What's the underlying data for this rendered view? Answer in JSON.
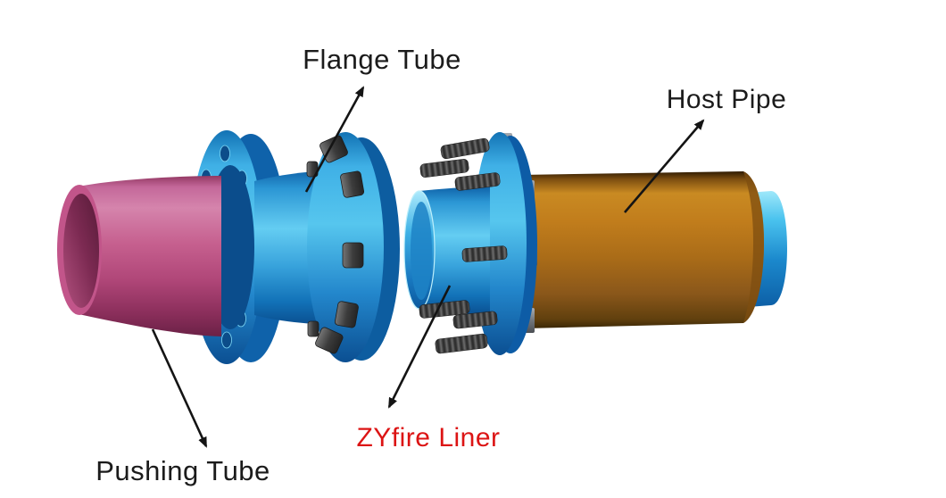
{
  "diagram": {
    "background_color": "#ffffff",
    "arrow_color": "#141414",
    "labels": {
      "flange_tube": {
        "text": "Flange Tube",
        "color": "#1b1b1b"
      },
      "host_pipe": {
        "text": "Host Pipe",
        "color": "#1b1b1b"
      },
      "pushing_tube": {
        "text": "Pushing Tube",
        "color": "#1b1b1b"
      },
      "zyfire_liner": {
        "text": "ZYfire Liner",
        "color": "#dc1414"
      }
    },
    "parts": {
      "pushing_tube": {
        "label": "Pushing Tube",
        "color": "#c25484"
      },
      "flange_tube": {
        "label": "Flange Tube",
        "color": "#2b9ade"
      },
      "zyfire_liner": {
        "label": "ZYfire Liner",
        "color": "#2b9ade"
      },
      "host_pipe": {
        "label": "Host Pipe",
        "color": "#b4731c"
      },
      "hardware_bolts": {
        "color": "#3f3f3f"
      }
    }
  }
}
